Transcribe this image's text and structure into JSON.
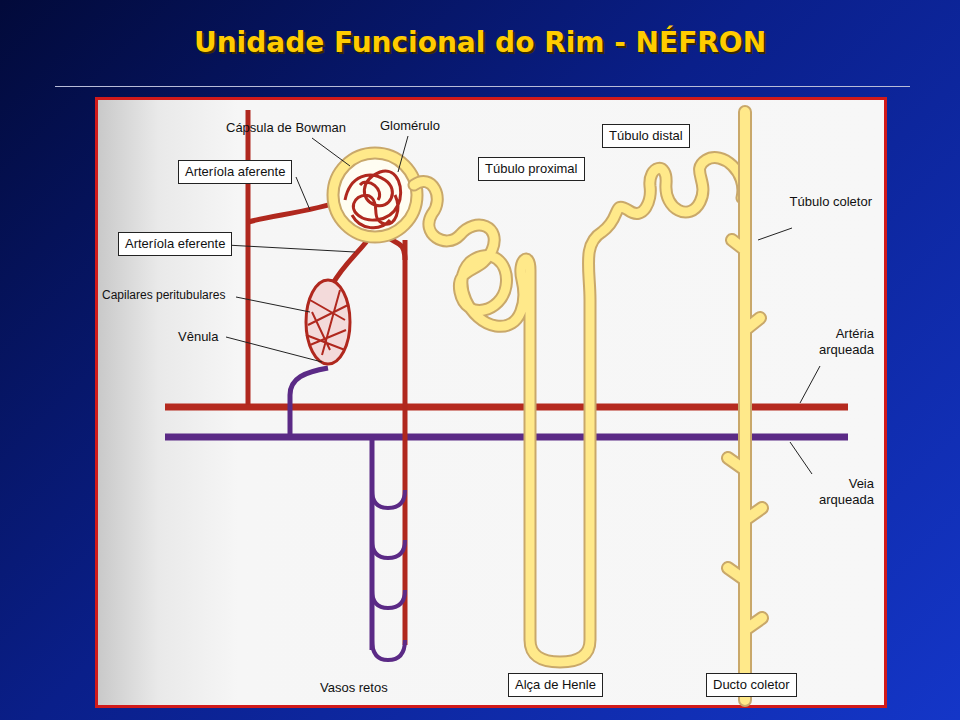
{
  "diagram": {
    "title": "Unidade Funcional do Rim - NÉFRON",
    "nodes": [
      {
        "text": [
          "Arteríola aferente"
        ]
      },
      {
        "text": [
          "Arteríola eferente"
        ]
      },
      {
        "text": [
          "Túbulo proximal"
        ]
      },
      {
        "text": [
          "Túbulo distal"
        ]
      },
      {
        "text": [
          "Alça de Henle"
        ]
      },
      {
        "text": [
          "Ducto coletor"
        ]
      }
    ],
    "labels": [
      "Cápsula de Bowman",
      "Glomérulo",
      "Capilares peritubulares",
      "Vênula",
      "Túbulo coletor",
      "Artéria arqueada",
      "Veia arqueada",
      "Vasos retos"
    ]
  }
}
